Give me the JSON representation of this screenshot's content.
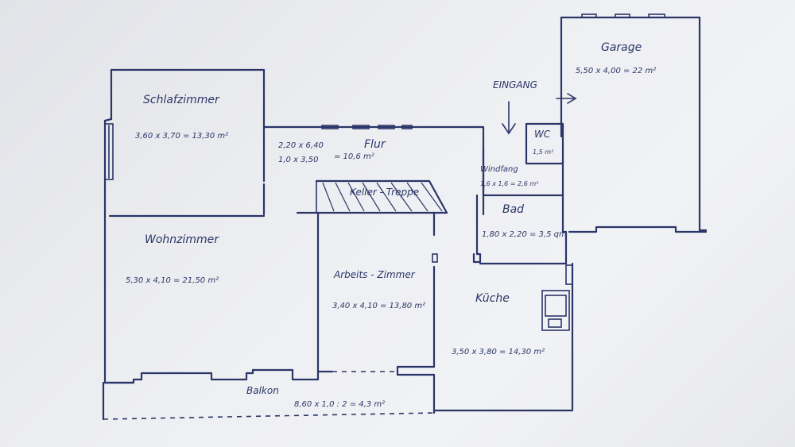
{
  "floorplan": {
    "entrance": "EINGANG",
    "rooms": {
      "schlafzimmer": {
        "name": "Schlafzimmer",
        "area": "3,60  x  3,70   = 13,30 m²"
      },
      "flur": {
        "name": "Flur",
        "area_1": "2,20  x  6,40",
        "area_2": "1,0   x  3,50",
        "total": "=  10,6 m²"
      },
      "kellertreppe": {
        "name": "Keller - Treppe"
      },
      "wohnzimmer": {
        "name": "Wohnzimmer",
        "area": "5,30  x  4,10   =   21,50 m²"
      },
      "arbeitszimmer": {
        "name": "Arbeits - Zimmer",
        "area": "3,40  x  4,10 = 13,80 m²"
      },
      "windfang": {
        "name": "Windfang",
        "area": "1,6 x 1,6  =  2,6 m²"
      },
      "wc": {
        "name": "WC",
        "area": "1,5 m²"
      },
      "bad": {
        "name": "Bad",
        "area": "1,80 x 2,20  = 3,5 qm"
      },
      "kueche": {
        "name": "Küche",
        "area": "3,50  x  3,80  =   14,30 m²"
      },
      "garage": {
        "name": "Garage",
        "area": "5,50  x  4,00    =   22 m²"
      },
      "balkon": {
        "name": "Balkon",
        "area": "8,60   x  1,0  : 2   =   4,3 m²"
      }
    }
  }
}
